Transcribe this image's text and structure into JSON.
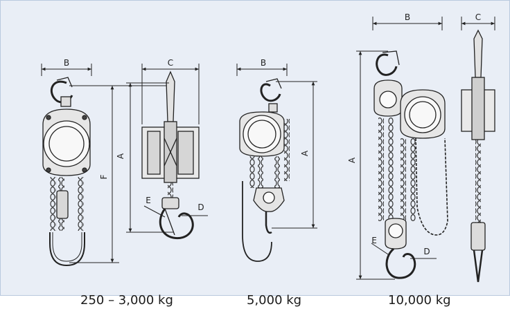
{
  "diagram": {
    "models": [
      {
        "caption": "250 – 3,000 kg",
        "dimensions": {
          "top_width": "B",
          "side_width": "C",
          "height": "A",
          "total_height": "F",
          "hook_throat": "E",
          "hook_diameter": "D"
        }
      },
      {
        "caption": "5,000 kg",
        "dimensions": {
          "top_width": "B",
          "height": "A"
        }
      },
      {
        "caption": "10,000 kg",
        "dimensions": {
          "top_width": "B",
          "side_width": "C",
          "height": "A",
          "hook_throat": "E",
          "hook_diameter": "D"
        }
      }
    ],
    "colors": {
      "panel": "#e9eef6",
      "border": "#b9c9de",
      "line": "#222222"
    }
  }
}
